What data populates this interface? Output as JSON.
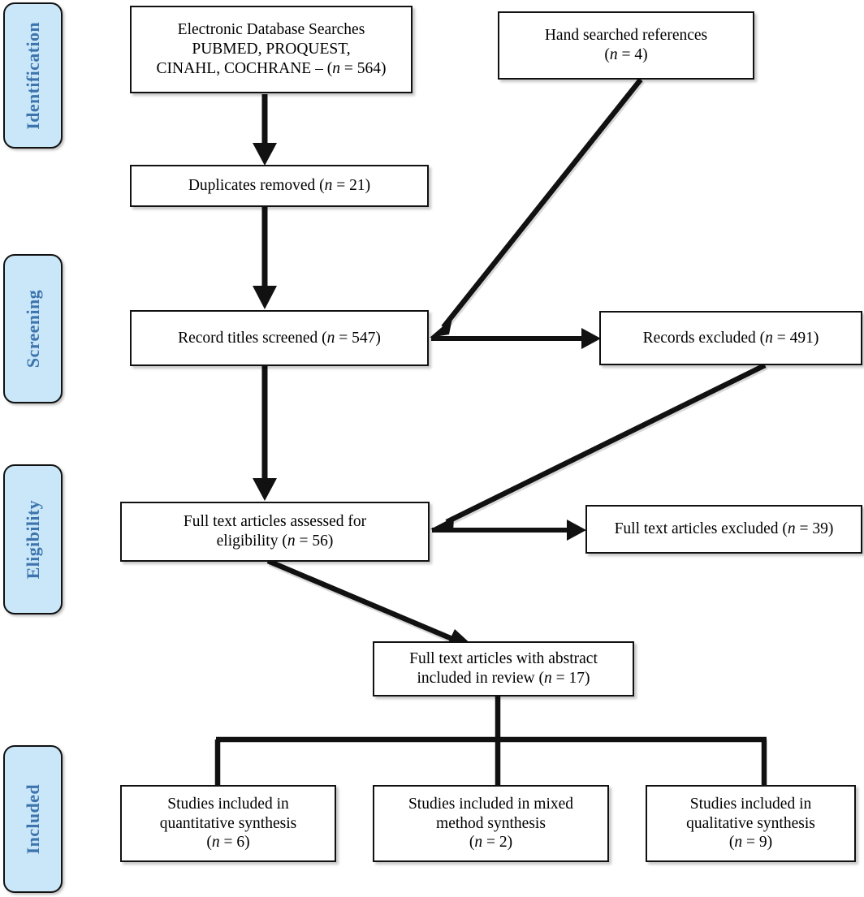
{
  "diagram": {
    "type": "prisma-flow-diagram",
    "title": "PRISMA study selection flow diagram",
    "colors": {
      "stage_fill": "#c9e7f8",
      "stage_text": "#3d74ad",
      "box_fill": "#ffffff",
      "line": "#111111",
      "background": "#ffffff"
    }
  },
  "stages": [
    {
      "id": "identification",
      "label": "Identification"
    },
    {
      "id": "screening",
      "label": "Screening"
    },
    {
      "id": "eligibility",
      "label": "Eligibility"
    },
    {
      "id": "included",
      "label": "Included"
    }
  ],
  "boxes": [
    {
      "id": "database-searches",
      "stage": "identification",
      "lines": [
        "Electronic Database Searches",
        "PUBMED, PROQUEST,",
        "CINAHL, COCHRANE – (n = 564)"
      ],
      "text": "Electronic Database Searches\nPUBMED, PROQUEST,\nCINAHL, COCHRANE – (n = 564)",
      "n": 564
    },
    {
      "id": "hand-searched",
      "stage": "identification",
      "lines": [
        "Hand searched references",
        "(n = 4)"
      ],
      "text": "Hand searched references\n(n = 4)",
      "n": 4
    },
    {
      "id": "duplicates-removed",
      "stage": "identification",
      "lines": [
        "Duplicates removed (n = 21)"
      ],
      "text": "Duplicates removed (n = 21)",
      "n": 21
    },
    {
      "id": "titles-screened",
      "stage": "screening",
      "lines": [
        "Record titles screened (n = 547)"
      ],
      "text": "Record titles screened (n = 547)",
      "n": 547
    },
    {
      "id": "records-excluded",
      "stage": "screening",
      "lines": [
        "Records excluded (n = 491)"
      ],
      "text": "Records excluded (n = 491)",
      "n": 491
    },
    {
      "id": "fulltext-assessed",
      "stage": "eligibility",
      "lines": [
        "Full text articles assessed for",
        "eligibility (n = 56)"
      ],
      "text": "Full text articles assessed for\neligibility (n = 56)",
      "n": 56
    },
    {
      "id": "fulltext-excluded",
      "stage": "eligibility",
      "lines": [
        "Full text articles excluded (n = 39)"
      ],
      "text": "Full text articles excluded (n = 39)",
      "n": 39
    },
    {
      "id": "fulltext-included",
      "stage": "eligibility",
      "lines": [
        "Full text articles with abstract",
        "included in review (n = 17)"
      ],
      "text": "Full text articles with abstract\nincluded in review (n = 17)",
      "n": 17
    },
    {
      "id": "quantitative-synthesis",
      "stage": "included",
      "lines": [
        "Studies included in",
        "quantitative synthesis",
        "(n = 6)"
      ],
      "text": "Studies included in\nquantitative synthesis\n(n = 6)",
      "n": 6
    },
    {
      "id": "mixed-method-synthesis",
      "stage": "included",
      "lines": [
        "Studies included in mixed",
        "method synthesis",
        "(n = 2)"
      ],
      "text": "Studies included in mixed\nmethod synthesis\n(n = 2)",
      "n": 2
    },
    {
      "id": "qualitative-synthesis",
      "stage": "included",
      "lines": [
        "Studies included in",
        "qualitative synthesis",
        "(n = 9)"
      ],
      "text": "Studies included in\nqualitative synthesis\n(n = 9)",
      "n": 9
    }
  ],
  "connectors": [
    {
      "id": "searches-to-duplicates",
      "from": "database-searches",
      "to": "duplicates-removed",
      "kind": "vertical-arrow"
    },
    {
      "id": "duplicates-to-titles",
      "from": "duplicates-removed",
      "to": "titles-screened",
      "kind": "vertical-arrow"
    },
    {
      "id": "handsearched-to-titles",
      "from": "hand-searched",
      "to": "titles-screened",
      "kind": "diagonal-arrow"
    },
    {
      "id": "titles-to-records-excluded",
      "from": "titles-screened",
      "to": "records-excluded",
      "kind": "horizontal-arrow"
    },
    {
      "id": "titles-to-fulltext",
      "from": "titles-screened",
      "to": "fulltext-assessed",
      "kind": "vertical-arrow"
    },
    {
      "id": "records-excluded-to-fulltext",
      "from": "records-excluded",
      "to": "fulltext-assessed",
      "kind": "diagonal-arrow"
    },
    {
      "id": "fulltext-to-fulltext-excluded",
      "from": "fulltext-assessed",
      "to": "fulltext-excluded",
      "kind": "horizontal-arrow"
    },
    {
      "id": "fulltext-to-included",
      "from": "fulltext-assessed",
      "to": "fulltext-included",
      "kind": "diagonal-arrow"
    },
    {
      "id": "included-to-three-synthesis",
      "from": "fulltext-included",
      "to": "quantitative-synthesis, mixed-method-synthesis, qualitative-synthesis",
      "kind": "tree-branch"
    }
  ]
}
